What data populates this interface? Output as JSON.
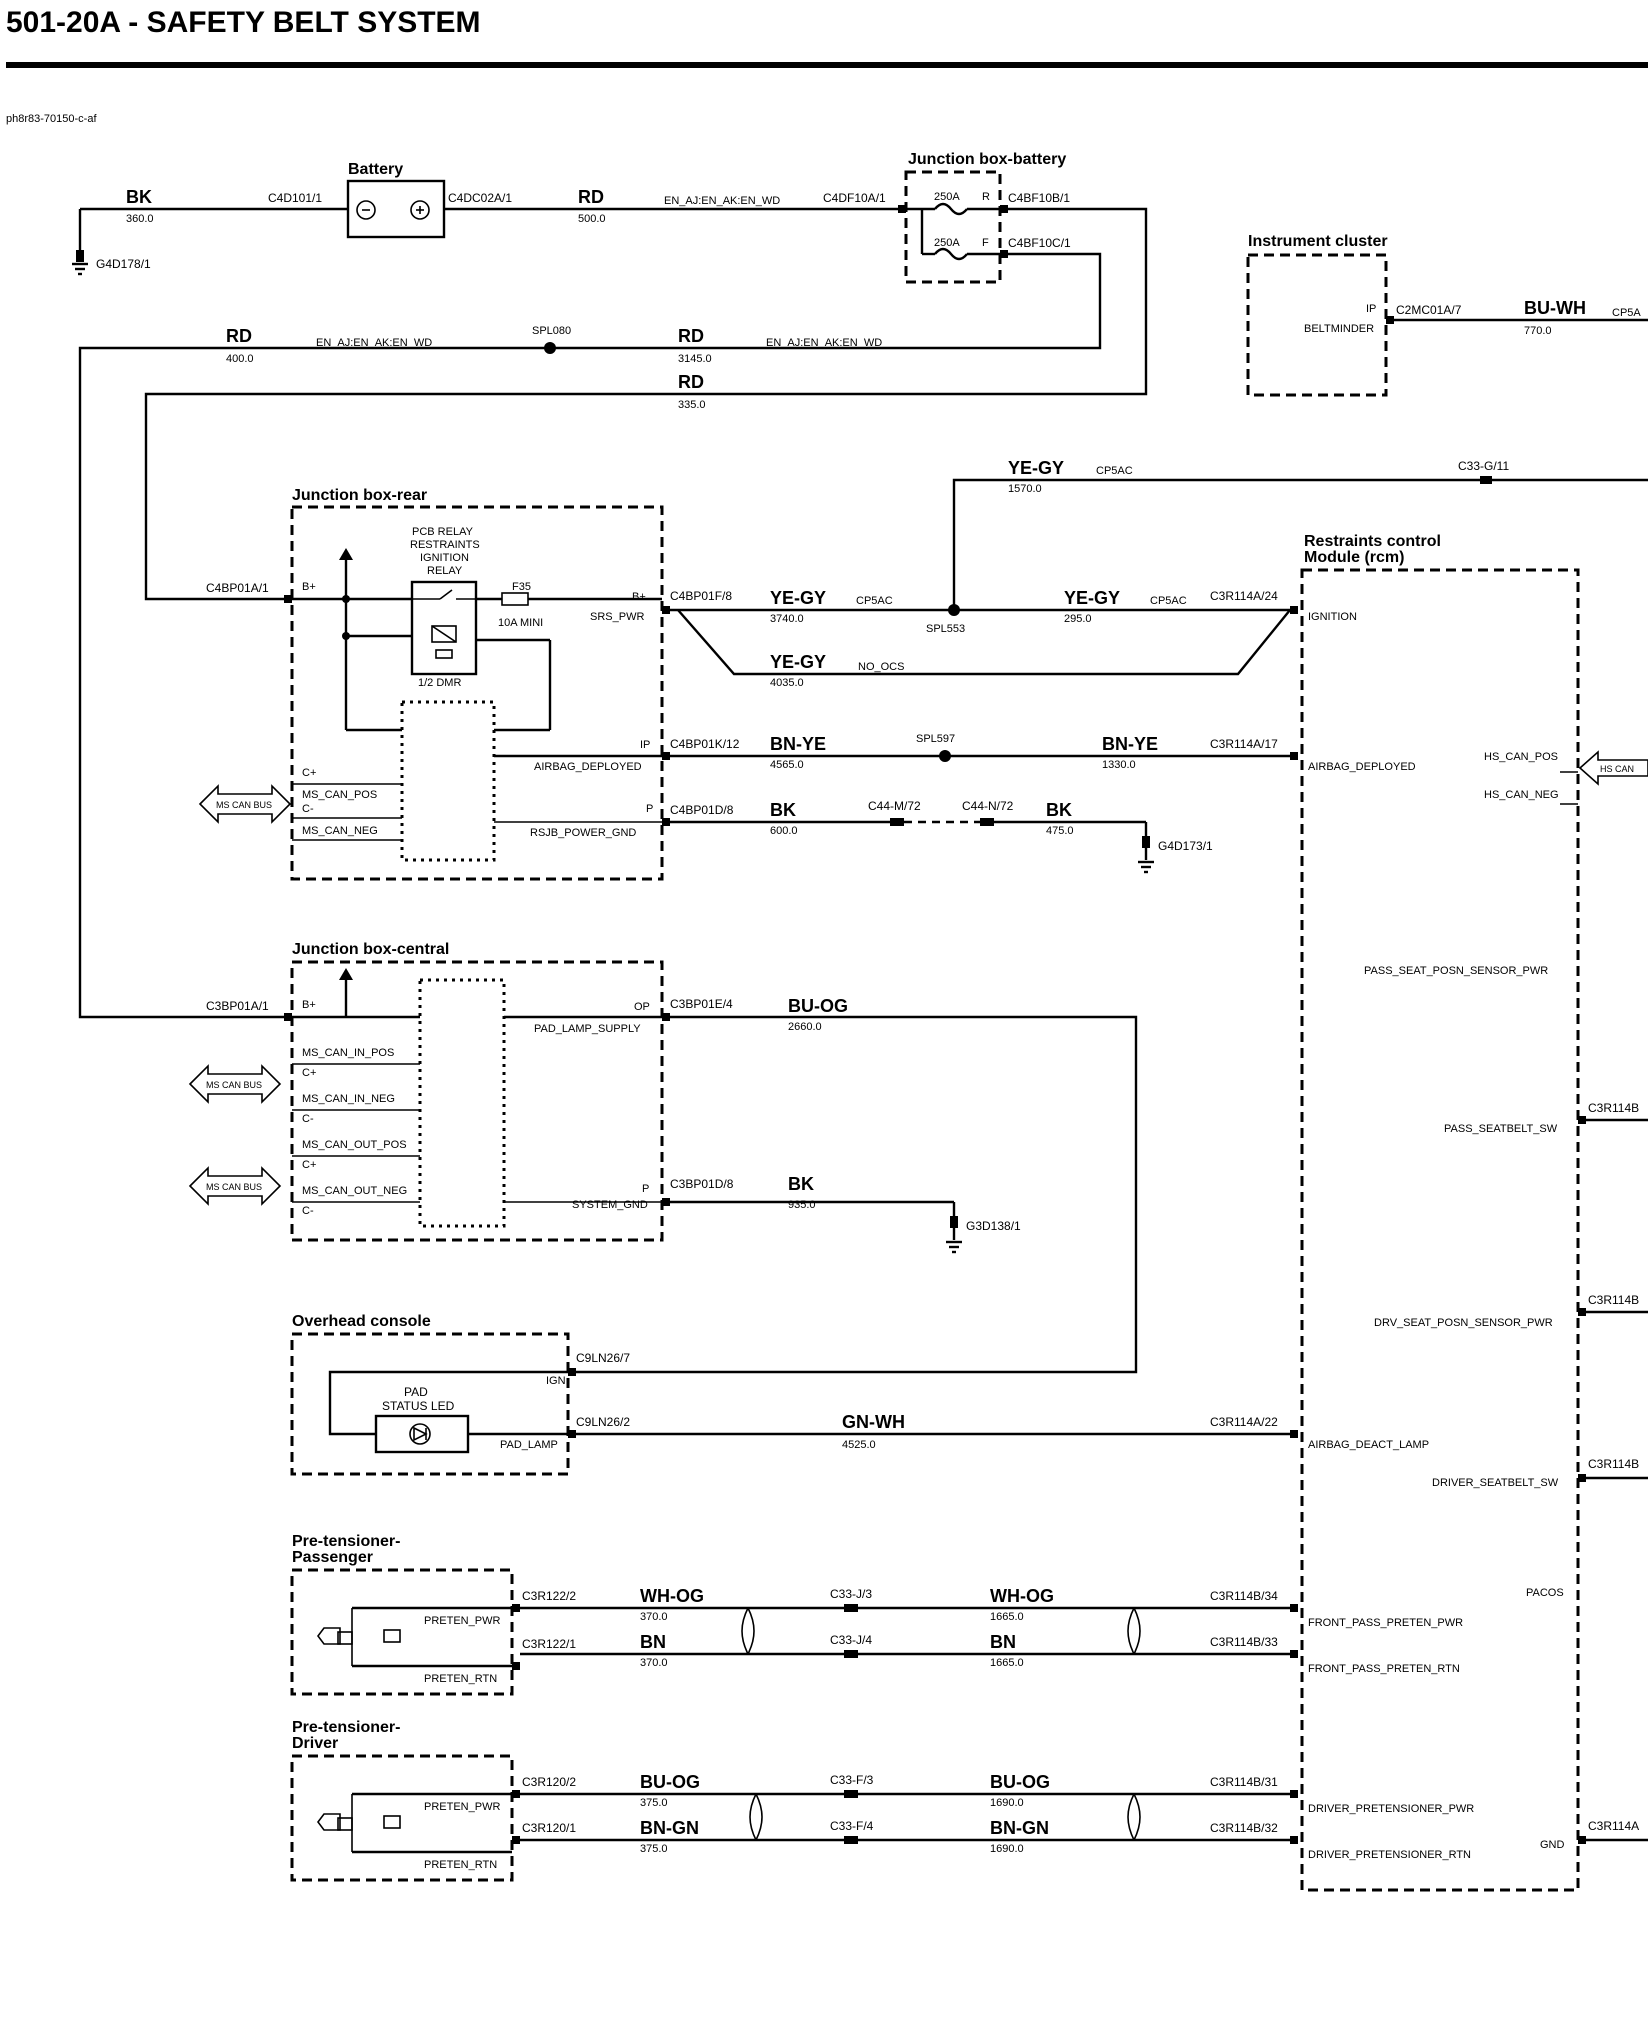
{
  "title": "501-20A - SAFETY BELT SYSTEM",
  "diagram_ref": "ph8r83-70150-c-af",
  "components": {
    "battery": "Battery",
    "jb_battery": "Junction box-battery",
    "instrument_cluster": "Instrument cluster",
    "jb_rear": "Junction box-rear",
    "relay_label": "PCB RELAY\nRESTRAINTS\nIGNITION\nRELAY",
    "relay_sub": "1/2 DMR",
    "rcm": "Restraints control\nModule (rcm)",
    "jb_central": "Junction box-central",
    "overhead": "Overhead console",
    "pad_led": "PAD\nSTATUS LED",
    "pt_pass": "Pre-tensioner-\nPassenger",
    "pt_drv": "Pre-tensioner-\nDriver"
  },
  "fuses": {
    "f1": "250A",
    "f1_pin": "R",
    "f2": "250A",
    "f2_pin": "F",
    "f35": "F35",
    "f35_rating": "10A MINI"
  },
  "connectors": {
    "c4d101": "C4D101/1",
    "c4dc02a": "C4DC02A/1",
    "c4df10a": "C4DF10A/1",
    "c4bf10b": "C4BF10B/1",
    "c4bf10c": "C4BF10C/1",
    "g4d178": "G4D178/1",
    "spl080": "SPL080",
    "c2mc01a": "C2MC01A/7",
    "cp5a_ic": "CP5A",
    "c33g11": "C33-G/11",
    "c4bp01a": "C4BP01A/1",
    "c4bp01f": "C4BP01F/8",
    "spl553": "SPL553",
    "c3r114a24": "C3R114A/24",
    "c4bp01k": "C4BP01K/12",
    "spl597": "SPL597",
    "c3r114a17": "C3R114A/17",
    "c4bp01d": "C4BP01D/8",
    "c44m72": "C44-M/72",
    "c44n72": "C44-N/72",
    "g4d173": "G4D173/1",
    "c3bp01a": "C3BP01A/1",
    "c3bp01e": "C3BP01E/4",
    "c3bp01d": "C3BP01D/8",
    "g3d138": "G3D138/1",
    "c9ln26_7": "C9LN26/7",
    "c9ln26_2": "C9LN26/2",
    "c3r114a22": "C3R114A/22",
    "c3r122_2": "C3R122/2",
    "c3r122_1": "C3R122/1",
    "c33j3": "C33-J/3",
    "c33j4": "C33-J/4",
    "c3r114b34": "C3R114B/34",
    "c3r114b33": "C3R114B/33",
    "c3r120_2": "C3R120/2",
    "c3r120_1": "C3R120/1",
    "c33f3": "C33-F/3",
    "c33f4": "C33-F/4",
    "c3r114b31": "C3R114B/31",
    "c3r114b32": "C3R114B/32",
    "c3r114b_1": "C3R114B",
    "c3r114b_2": "C3R114B",
    "c3r114b_3": "C3R114B",
    "c3r114a_r": "C3R114A"
  },
  "wires": {
    "bk1": {
      "color": "BK",
      "len": "360.0"
    },
    "rd1": {
      "color": "RD",
      "len": "500.0"
    },
    "rd2": {
      "color": "RD",
      "len": "400.0"
    },
    "rd3": {
      "color": "RD",
      "len": "3145.0"
    },
    "rd4": {
      "color": "RD",
      "len": "335.0"
    },
    "buwh": {
      "color": "BU-WH",
      "len": "770.0"
    },
    "yegy0": {
      "color": "YE-GY",
      "len": "1570.0"
    },
    "yegy1": {
      "color": "YE-GY",
      "len": "3740.0"
    },
    "yegy2": {
      "color": "YE-GY",
      "len": "295.0"
    },
    "yegy3": {
      "color": "YE-GY",
      "len": "4035.0"
    },
    "bnye1": {
      "color": "BN-YE",
      "len": "4565.0"
    },
    "bnye2": {
      "color": "BN-YE",
      "len": "1330.0"
    },
    "bk2": {
      "color": "BK",
      "len": "600.0"
    },
    "bk3": {
      "color": "BK",
      "len": "475.0"
    },
    "buog": {
      "color": "BU-OG",
      "len": "2660.0"
    },
    "bk4": {
      "color": "BK",
      "len": "935.0"
    },
    "gnwh": {
      "color": "GN-WH",
      "len": "4525.0"
    },
    "whog1": {
      "color": "WH-OG",
      "len": "370.0"
    },
    "whog2": {
      "color": "WH-OG",
      "len": "1665.0"
    },
    "bn1": {
      "color": "BN",
      "len": "370.0"
    },
    "bn2": {
      "color": "BN",
      "len": "1665.0"
    },
    "buog1": {
      "color": "BU-OG",
      "len": "375.0"
    },
    "buog2": {
      "color": "BU-OG",
      "len": "1690.0"
    },
    "bngn1": {
      "color": "BN-GN",
      "len": "375.0"
    },
    "bngn2": {
      "color": "BN-GN",
      "len": "1690.0"
    }
  },
  "circuits": {
    "en1": "EN_AJ:EN_AK:EN_WD",
    "en2": "EN_AJ:EN_AK:EN_WD",
    "en3": "EN_AJ:EN_AK:EN_WD",
    "cp5ac1": "CP5AC",
    "cp5ac2": "CP5AC",
    "cp5ac3": "CP5AC",
    "no_ocs": "NO_OCS"
  },
  "pins": {
    "ip": "IP",
    "beltminder": "BELTMINDER",
    "bplus1": "B+",
    "bplus2": "B+",
    "bplus3": "B+",
    "srs_pwr": "SRS_PWR",
    "ignition": "IGNITION",
    "ip2": "IP",
    "airbag_dep1": "AIRBAG_DEPLOYED",
    "airbag_dep2": "AIRBAG_DEPLOYED",
    "p1": "P",
    "rsjb_gnd": "RSJB_POWER_GND",
    "cplus1": "C+",
    "ms_can_pos": "MS_CAN_POS",
    "cminus1": "C-",
    "ms_can_neg": "MS_CAN_NEG",
    "op": "OP",
    "pad_lamp_supply": "PAD_LAMP_SUPPLY",
    "ms_can_in_pos": "MS_CAN_IN_POS",
    "cplus2": "C+",
    "ms_can_in_neg": "MS_CAN_IN_NEG",
    "cminus2": "C-",
    "ms_can_out_pos": "MS_CAN_OUT_POS",
    "cplus3": "C+",
    "ms_can_out_neg": "MS_CAN_OUT_NEG",
    "cminus3": "C-",
    "p2": "P",
    "system_gnd": "SYSTEM_GND",
    "ign": "IGN",
    "pad_lamp": "PAD_LAMP",
    "airbag_deact": "AIRBAG_DEACT_LAMP",
    "preten_pwr1": "PRETEN_PWR",
    "preten_rtn1": "PRETEN_RTN",
    "preten_pwr2": "PRETEN_PWR",
    "preten_rtn2": "PRETEN_RTN",
    "fp_pwr": "FRONT_PASS_PRETEN_PWR",
    "fp_rtn": "FRONT_PASS_PRETEN_RTN",
    "dr_pwr": "DRIVER_PRETENSIONER_PWR",
    "dr_rtn": "DRIVER_PRETENSIONER_RTN",
    "hs_can_pos": "HS_CAN_POS",
    "hs_can_neg": "HS_CAN_NEG",
    "pass_seat_posn": "PASS_SEAT_POSN_SENSOR_PWR",
    "pass_seatbelt": "PASS_SEATBELT_SW",
    "drv_seat_posn": "DRV_SEAT_POSN_SENSOR_PWR",
    "driver_seatbelt": "DRIVER_SEATBELT_SW",
    "pacos": "PACOS",
    "gnd": "GND"
  },
  "buses": {
    "ms1": "MS CAN BUS",
    "ms2": "MS CAN BUS",
    "ms3": "MS CAN BUS",
    "hs": "HS CAN"
  }
}
